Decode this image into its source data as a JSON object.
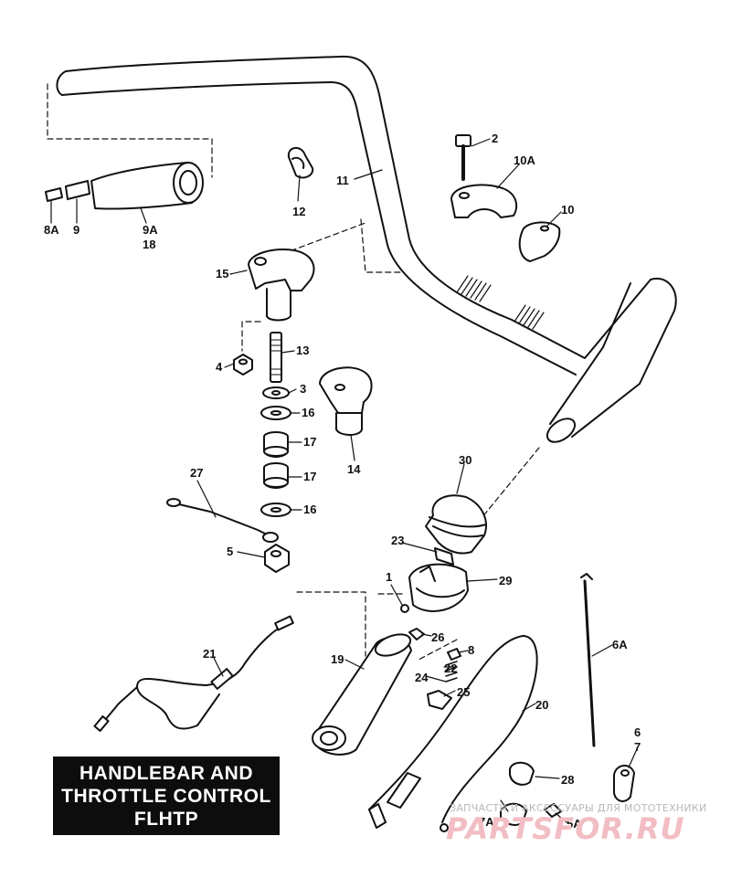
{
  "title": {
    "line1": "HANDLEBAR AND",
    "line2": "THROTTLE CONTROL",
    "line3": "FLHTP"
  },
  "watermark": {
    "caption": "ЗАПЧАСТИ И АКСЕССУАРЫ ДЛЯ МОТОТЕХНИКИ",
    "brand": "PARTSFOR.RU"
  },
  "labels": {
    "p2": "2",
    "p10A": "10A",
    "p10": "10",
    "p11": "11",
    "p12": "12",
    "p8A": "8A",
    "p9": "9",
    "p9A": "9A",
    "p18": "18",
    "p15": "15",
    "p4": "4",
    "p13": "13",
    "p3": "3",
    "p16a": "16",
    "p17a": "17",
    "p14": "14",
    "p17b": "17",
    "p16b": "16",
    "p27": "27",
    "p5": "5",
    "p30": "30",
    "p23": "23",
    "p1": "1",
    "p29": "29",
    "p26": "26",
    "p19": "19",
    "p8": "8",
    "p22": "22",
    "p24": "24",
    "p25": "25",
    "p21": "21",
    "p20": "20",
    "p6A": "6A",
    "p6": "6",
    "p7": "7",
    "p28": "28",
    "p7A": "7A",
    "p5A": "5A"
  },
  "colors": {
    "ink": "#111111",
    "title_bg": "#0d0d0d",
    "title_text": "#ffffff",
    "watermark_brand": "#f2bdc3",
    "watermark_caption": "#b8b8b8"
  }
}
